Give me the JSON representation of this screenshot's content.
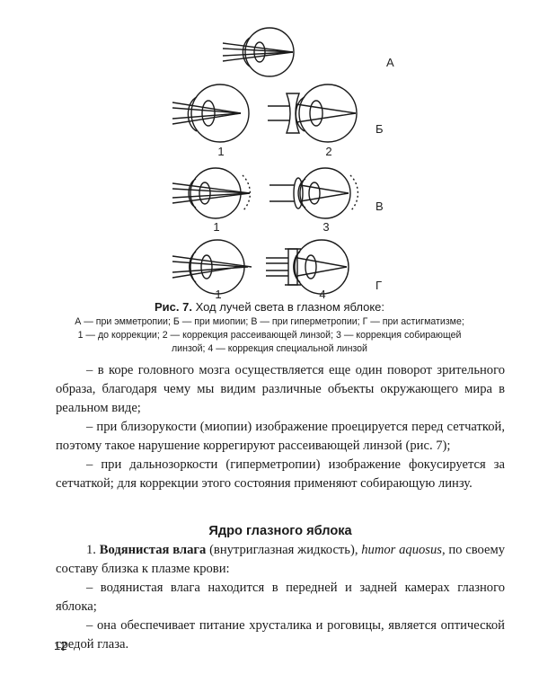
{
  "figure": {
    "row_labels": [
      "А",
      "Б",
      "В",
      "Г"
    ],
    "eye_numbers": [
      "1",
      "2",
      "1",
      "3",
      "1",
      "4"
    ],
    "caption_title_bold": "Рис. 7.",
    "caption_title_rest": " Ход лучей света в глазном яблоке:",
    "caption_lines": [
      "А — при эмметропии; Б — при миопии; В — при гиперметропии; Г — при астигматизме;",
      "1 — до коррекции; 2 — коррекция рассеивающей линзой; 3 — коррекция собирающей",
      "линзой; 4 — коррекция специальной линзой"
    ]
  },
  "paragraphs_top": [
    "– в коре головного мозга осуществляется еще один поворот зрительного образа, благодаря чему мы видим различные объекты окружающего мира в реальном виде;",
    "– при близорукости (миопии) изображение проецируется перед сетчаткой, поэтому такое нарушение коррегируют рассеивающей линзой (рис. 7);",
    "– при дальнозоркости (гиперметропии) изображение фокусируется за сетчаткой; для коррекции этого состояния применяют собирающую линзу."
  ],
  "section": {
    "heading": "Ядро глазного яблока",
    "item_number": "1.",
    "item_term": "Водянистая влага",
    "item_paren": " (внутриглазная жидкость), ",
    "item_latin": "humor aquosus",
    "item_rest": ", по своему составу близка к плазме крови:",
    "bullets": [
      "– водянистая влага находится в передней и задней камерах глазного яблока;",
      "– она обеспечивает питание хрусталика и роговицы, является оптической средой глаза."
    ]
  },
  "page_number": "12"
}
